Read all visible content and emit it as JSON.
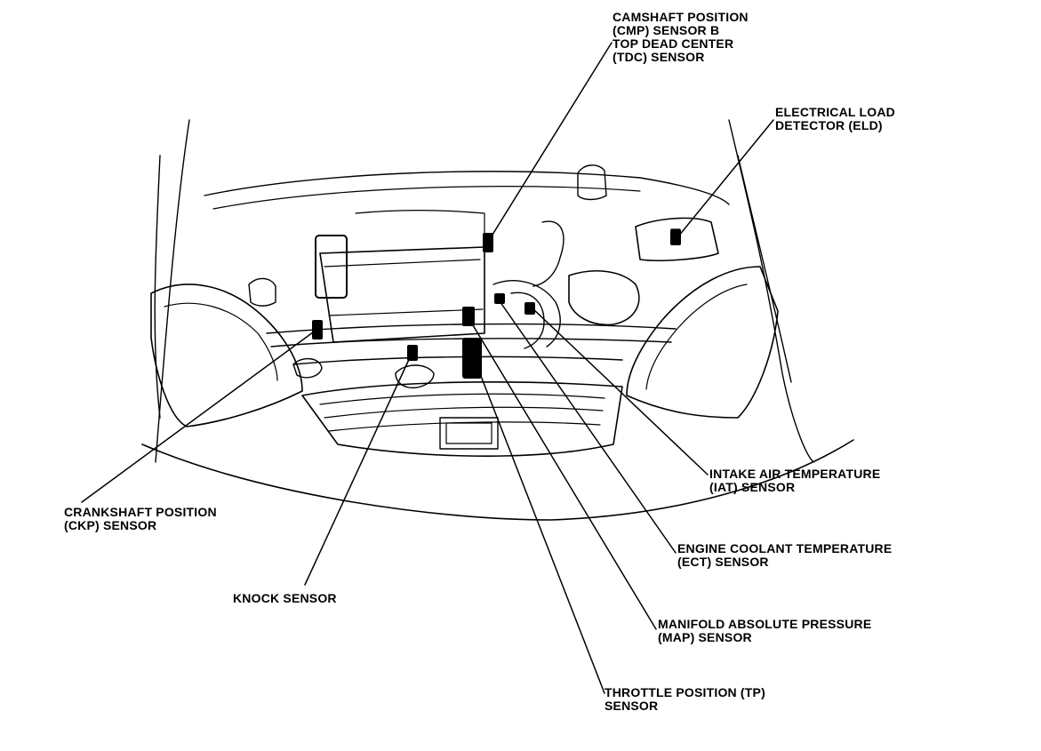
{
  "labels": {
    "cmp": [
      "CAMSHAFT POSITION",
      "(CMP) SENSOR B",
      "TOP DEAD CENTER",
      "(TDC) SENSOR"
    ],
    "eld": [
      "ELECTRICAL LOAD",
      "DETECTOR (ELD)"
    ],
    "iat": [
      "INTAKE AIR TEMPERATURE",
      "(IAT) SENSOR"
    ],
    "ect": [
      "ENGINE COOLANT TEMPERATURE",
      "(ECT) SENSOR"
    ],
    "map": [
      "MANIFOLD ABSOLUTE PRESSURE",
      "(MAP) SENSOR"
    ],
    "tp": [
      "THROTTLE POSITION (TP)",
      "SENSOR"
    ],
    "knock": [
      "KNOCK SENSOR"
    ],
    "ckp": [
      "CRANKSHAFT POSITION",
      "(CKP) SENSOR"
    ]
  }
}
